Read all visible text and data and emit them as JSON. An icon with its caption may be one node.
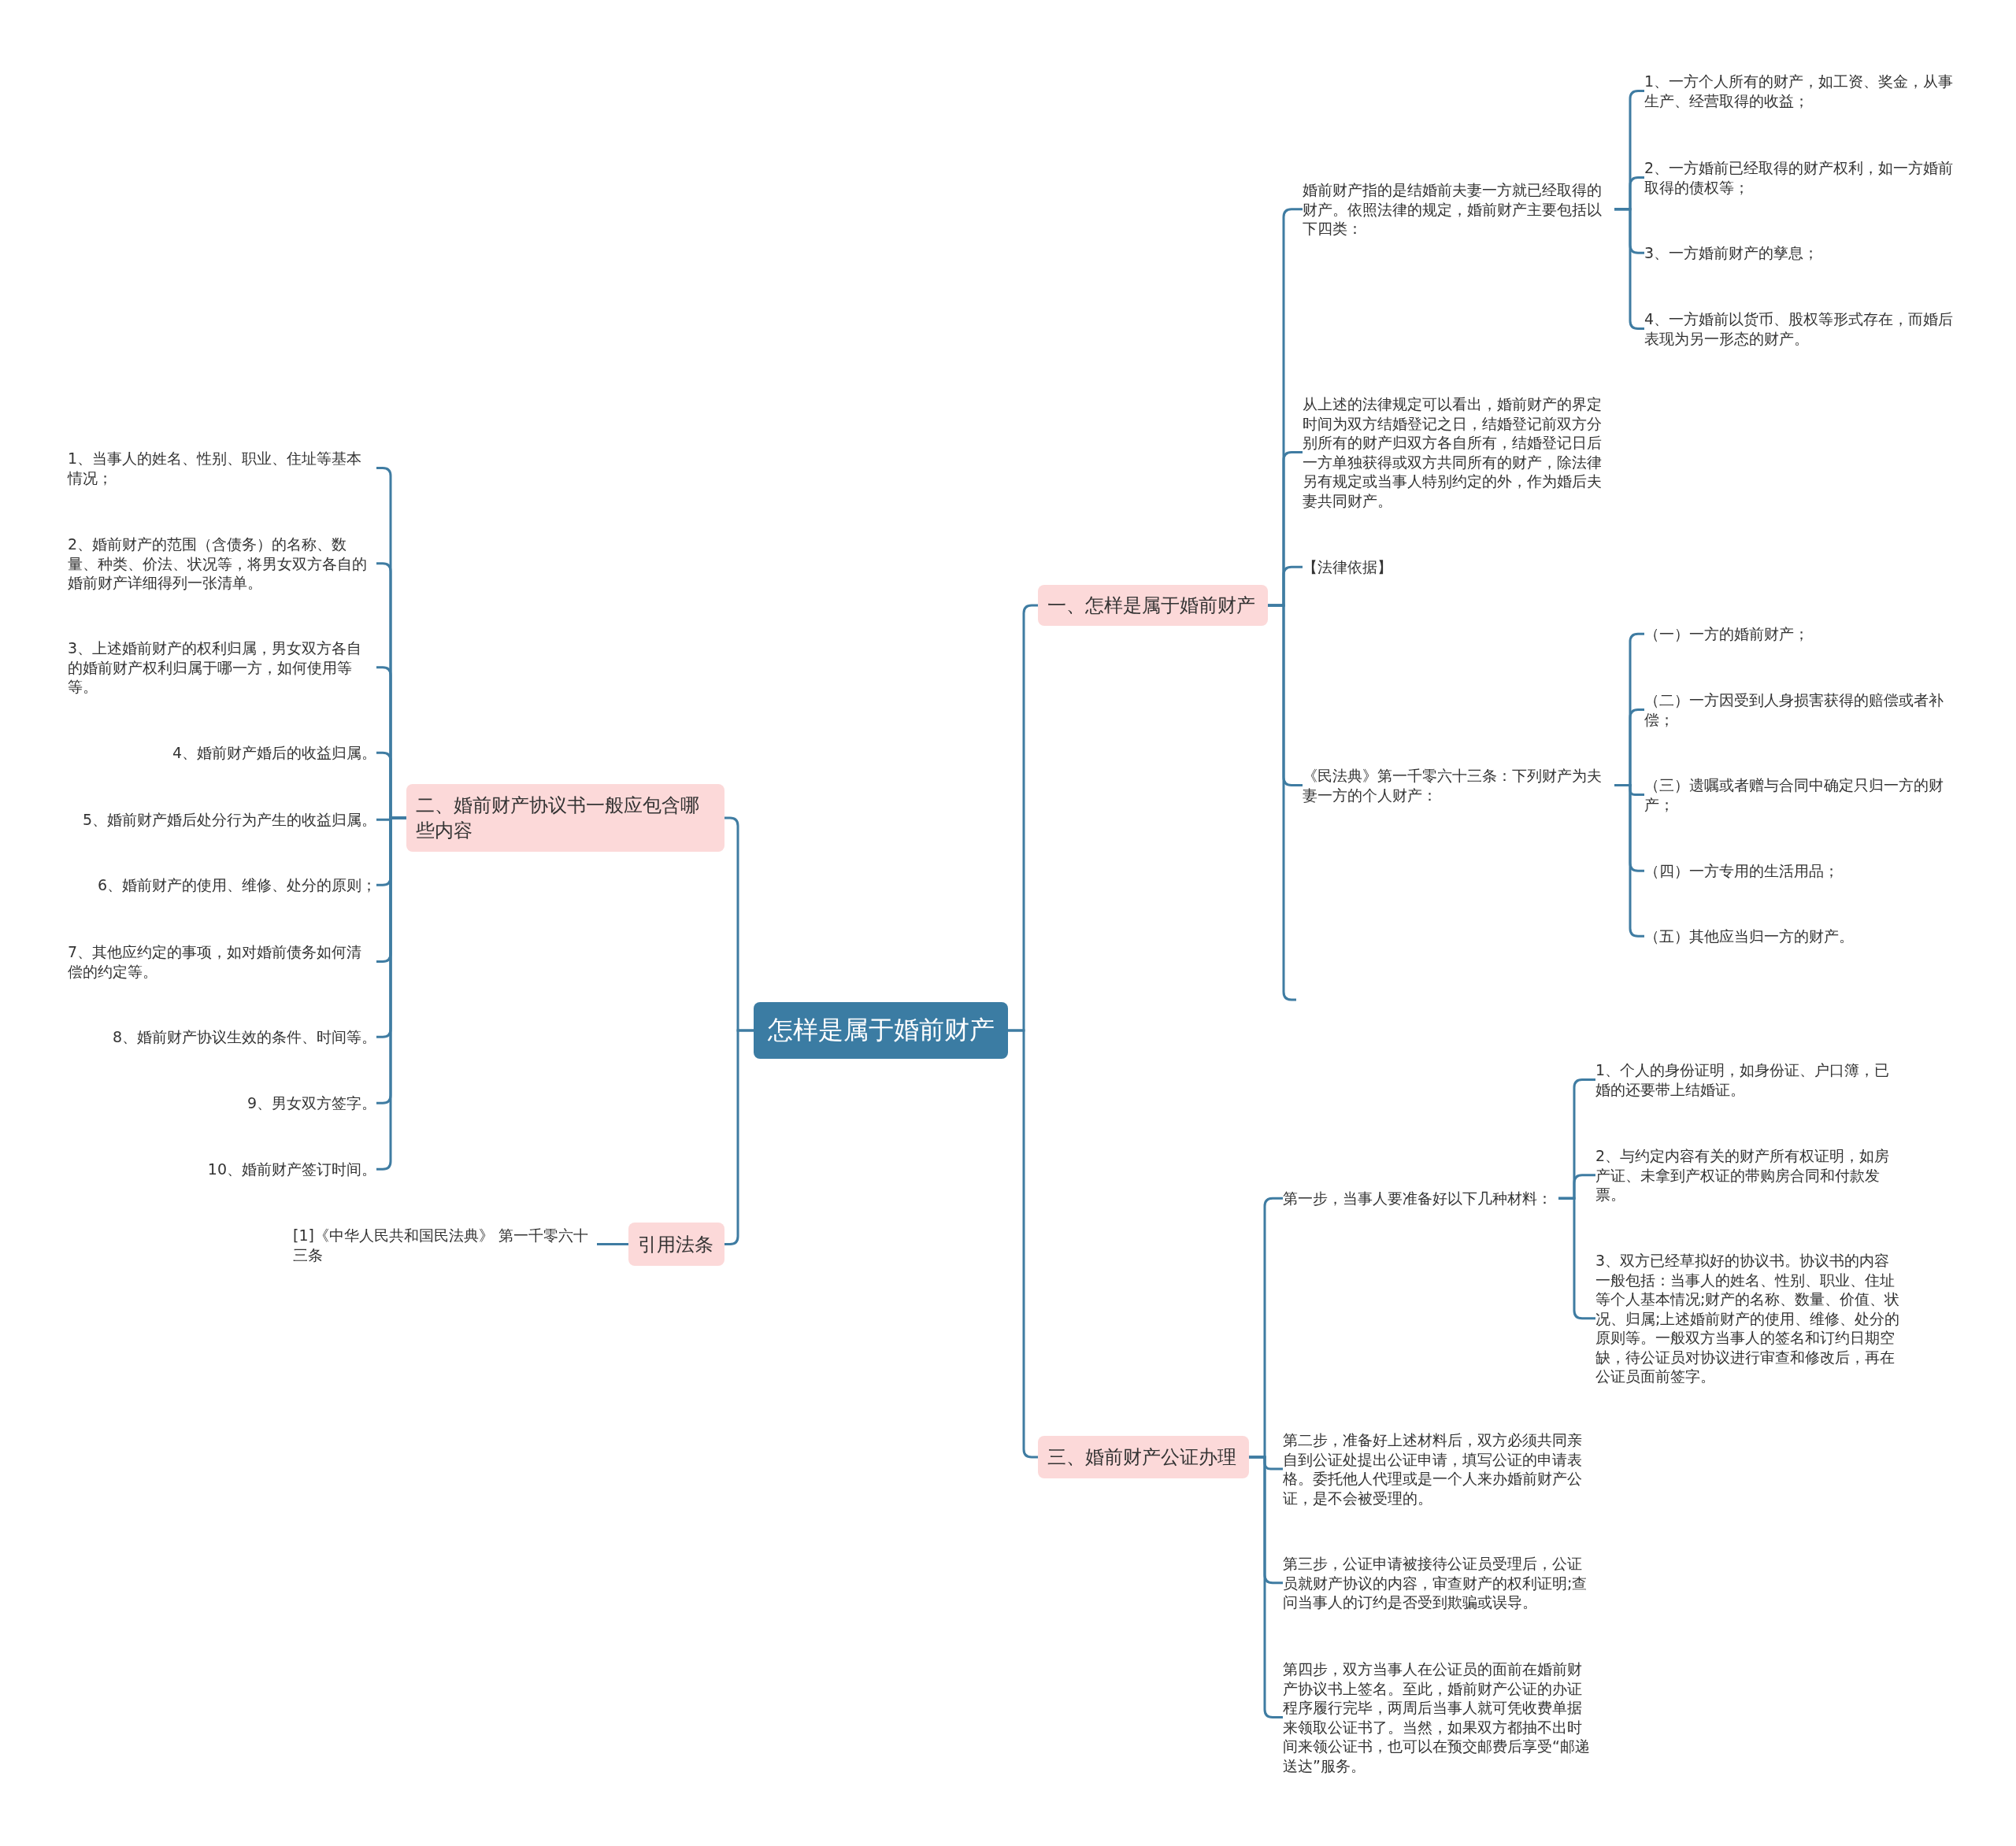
{
  "diagram": {
    "nodes": [
      {
        "text": [
          "怎样是属于婚前财产"
        ]
      },
      {
        "text": [
          "一、怎样是属于婚前财产"
        ]
      },
      {
        "text": [
          "婚前财产指的是结婚前夫妻一方就已经取得的财产。依照法律的规定，婚前财产主要包括以下四类："
        ]
      },
      {
        "text": [
          "1、一方个人所有的财产，如工资、奖金，从事生产、经营取得的收益；"
        ]
      },
      {
        "text": [
          "2、一方婚前已经取得的财产权利，如一方婚前取得的债权等；"
        ]
      },
      {
        "text": [
          "3、一方婚前财产的孳息；"
        ]
      },
      {
        "text": [
          "4、一方婚前以货币、股权等形式存在，而婚后表现为另一形态的财产。"
        ]
      },
      {
        "text": [
          "从上述的法律规定可以看出，婚前财产的界定时间为双方结婚登记之日，结婚登记前双方分别所有的财产归双方各自所有，结婚登记日后一方单独获得或双方共同所有的财产，除法律另有规定或当事人特别约定的外，作为婚后夫妻共同财产。"
        ]
      },
      {
        "text": [
          "【法律依据】"
        ]
      },
      {
        "text": [
          "《民法典》第一千零六十三条：下列财产为夫妻一方的个人财产："
        ]
      },
      {
        "text": [
          "（一）一方的婚前财产；"
        ]
      },
      {
        "text": [
          "（二）一方因受到人身损害获得的赔偿或者补偿；"
        ]
      },
      {
        "text": [
          "（三）遗嘱或者赠与合同中确定只归一方的财产；"
        ]
      },
      {
        "text": [
          "（四）一方专用的生活用品；"
        ]
      },
      {
        "text": [
          "（五）其他应当归一方的财产。"
        ]
      },
      {
        "text": [
          "三、婚前财产公证办理"
        ]
      },
      {
        "text": [
          "第一步，当事人要准备好以下几种材料："
        ]
      },
      {
        "text": [
          "1、个人的身份证明，如身份证、户口簿，已婚的还要带上结婚证。"
        ]
      },
      {
        "text": [
          "2、与约定内容有关的财产所有权证明，如房产证、未拿到产权证的带购房合同和付款发票。"
        ]
      },
      {
        "text": [
          "3、双方已经草拟好的协议书。协议书的内容一般包括：当事人的姓名、性别、职业、住址等个人基本情况;财产的名称、数量、价值、状况、归属;上述婚前财产的使用、维修、处分的原则等。一般双方当事人的签名和订约日期空缺，待公证员对协议进行审查和修改后，再在公证员面前签字。"
        ]
      },
      {
        "text": [
          "第二步，准备好上述材料后，双方必须共同亲自到公证处提出公证申请，填写公证的申请表格。委托他人代理或是一个人来办婚前财产公证，是不会被受理的。"
        ]
      },
      {
        "text": [
          "第三步，公证申请被接待公证员受理后，公证员就财产协议的内容，审查财产的权利证明;查问当事人的订约是否受到欺骗或误导。"
        ]
      },
      {
        "text": [
          "第四步，双方当事人在公证员的面前在婚前财产协议书上签名。至此，婚前财产公证的办证程序履行完毕，两周后当事人就可凭收费单据来领取公证书了。当然，如果双方都抽不出时间来领公证书，也可以在预交邮费后享受“邮递送达”服务。"
        ]
      },
      {
        "text": [
          "二、婚前财产协议书一般应包含哪些内容"
        ]
      },
      {
        "text": [
          "1、当事人的姓名、性别、职业、住址等基本情况；"
        ]
      },
      {
        "text": [
          "2、婚前财产的范围（含债务）的名称、数量、种类、价法、状况等，将男女双方各自的婚前财产详细得列一张清单。"
        ]
      },
      {
        "text": [
          "3、上述婚前财产的权利归属，男女双方各自的婚前财产权利归属于哪一方，如何使用等等。"
        ]
      },
      {
        "text": [
          "4、婚前财产婚后的收益归属。"
        ]
      },
      {
        "text": [
          "5、婚前财产婚后处分行为产生的收益归属。"
        ]
      },
      {
        "text": [
          "6、婚前财产的使用、维修、处分的原则；"
        ]
      },
      {
        "text": [
          "7、其他应约定的事项，如对婚前债务如何清偿的约定等。"
        ]
      },
      {
        "text": [
          "8、婚前财产协议生效的条件、时间等。"
        ]
      },
      {
        "text": [
          "9、男女双方签字。"
        ]
      },
      {
        "text": [
          "10、婚前财产签订时间。"
        ]
      },
      {
        "text": [
          "引用法条"
        ]
      },
      {
        "text": [
          "[1]《中华人民共和国民法典》 第一千零六十三条"
        ]
      }
    ],
    "edges": [
      {
        "from": 0,
        "to": 1,
        "arrow": "none"
      },
      {
        "from": 0,
        "to": 15,
        "arrow": "none"
      },
      {
        "from": 0,
        "to": 23,
        "arrow": "none"
      },
      {
        "from": 0,
        "to": 34,
        "arrow": "none"
      },
      {
        "from": 1,
        "to": 2,
        "arrow": "none"
      },
      {
        "from": 1,
        "to": 7,
        "arrow": "none"
      },
      {
        "from": 1,
        "to": 8,
        "arrow": "none"
      },
      {
        "from": 1,
        "to": 9,
        "arrow": "none"
      },
      {
        "from": 2,
        "to": 3,
        "arrow": "none"
      },
      {
        "from": 2,
        "to": 4,
        "arrow": "none"
      },
      {
        "from": 2,
        "to": 5,
        "arrow": "none"
      },
      {
        "from": 2,
        "to": 6,
        "arrow": "none"
      },
      {
        "from": 9,
        "to": 10,
        "arrow": "none"
      },
      {
        "from": 9,
        "to": 11,
        "arrow": "none"
      },
      {
        "from": 9,
        "to": 12,
        "arrow": "none"
      },
      {
        "from": 9,
        "to": 13,
        "arrow": "none"
      },
      {
        "from": 9,
        "to": 14,
        "arrow": "none"
      },
      {
        "from": 15,
        "to": 16,
        "arrow": "none"
      },
      {
        "from": 15,
        "to": 20,
        "arrow": "none"
      },
      {
        "from": 15,
        "to": 21,
        "arrow": "none"
      },
      {
        "from": 15,
        "to": 22,
        "arrow": "none"
      },
      {
        "from": 16,
        "to": 17,
        "arrow": "none"
      },
      {
        "from": 16,
        "to": 18,
        "arrow": "none"
      },
      {
        "from": 16,
        "to": 19,
        "arrow": "none"
      },
      {
        "from": 23,
        "to": 24,
        "arrow": "none"
      },
      {
        "from": 23,
        "to": 25,
        "arrow": "none"
      },
      {
        "from": 23,
        "to": 26,
        "arrow": "none"
      },
      {
        "from": 23,
        "to": 27,
        "arrow": "none"
      },
      {
        "from": 23,
        "to": 28,
        "arrow": "none"
      },
      {
        "from": 23,
        "to": 29,
        "arrow": "none"
      },
      {
        "from": 23,
        "to": 30,
        "arrow": "none"
      },
      {
        "from": 23,
        "to": 31,
        "arrow": "none"
      },
      {
        "from": 23,
        "to": 32,
        "arrow": "none"
      },
      {
        "from": 23,
        "to": 33,
        "arrow": "none"
      },
      {
        "from": 34,
        "to": 35,
        "arrow": "none"
      }
    ]
  }
}
